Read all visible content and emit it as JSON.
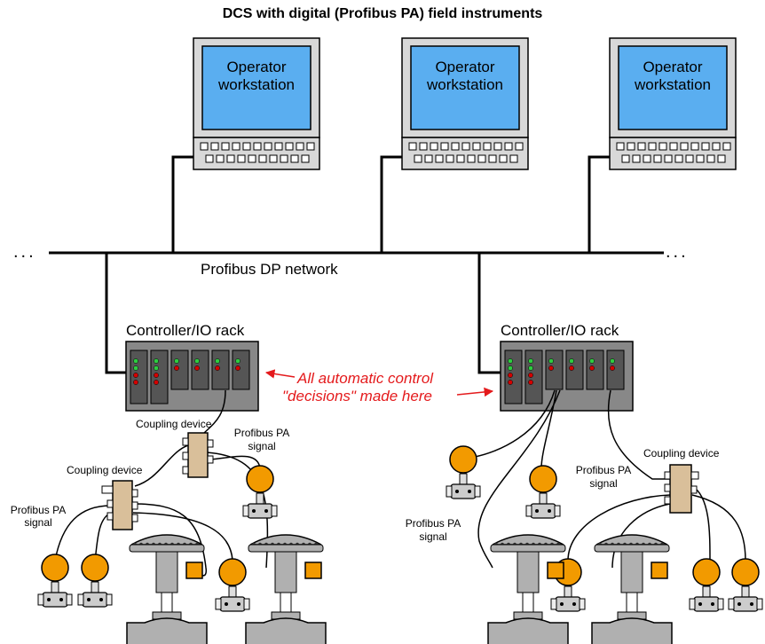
{
  "title": "DCS with digital (Profibus PA) field instruments",
  "workstations": [
    {
      "label_line1": "Operator",
      "label_line2": "workstation"
    },
    {
      "label_line1": "Operator",
      "label_line2": "workstation"
    },
    {
      "label_line1": "Operator",
      "label_line2": "workstation"
    }
  ],
  "network": {
    "label": "Profibus DP network",
    "ellipsis": "..."
  },
  "racks": [
    {
      "label": "Controller/IO rack"
    },
    {
      "label": "Controller/IO rack"
    }
  ],
  "annotation": {
    "line1": "All automatic control",
    "line2": "\"decisions\" made here"
  },
  "coupling_label": "Coupling device",
  "pa_signal": {
    "line1": "Profibus PA",
    "line2": "signal"
  },
  "colors": {
    "screen": "#5aaef0",
    "monitor": "#d8d8d8",
    "rack": "#888888",
    "card": "#555555",
    "coupling": "#d9bf9a",
    "transmitter": "#f29a00",
    "valve_body": "#b0b0b0",
    "annotation": "#e41a1c",
    "led_green": "#2ecc40",
    "led_red": "#d40000"
  }
}
